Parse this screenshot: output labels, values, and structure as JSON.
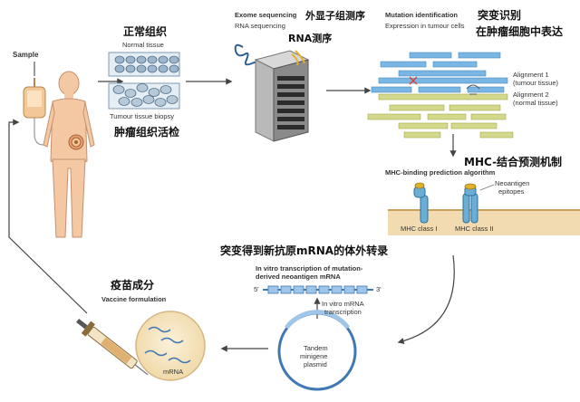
{
  "sample": {
    "label": "Sample"
  },
  "normal_tissue": {
    "title_cn": "正常组织",
    "label": "Normal tissue"
  },
  "tumour_tissue": {
    "title_cn": "肿瘤组织活检",
    "label": "Tumour tissue biopsy"
  },
  "sequencing": {
    "exome_label": "Exome sequencing",
    "exome_cn": "外显子组测序",
    "rna_label": "RNA sequencing",
    "rna_cn": "RNA测序"
  },
  "mutation": {
    "title": "Mutation identification",
    "subtitle": "Expression in tumour cells",
    "title_cn": "突变识别",
    "subtitle_cn": "在肿瘤细胞中表达",
    "alignment1": "Alignment 1",
    "alignment1_sub": "(tumour tissue)",
    "alignment2": "Alignment 2",
    "alignment2_sub": "(normal tissue)"
  },
  "mhc": {
    "title_cn": "MHC-结合预测机制",
    "title": "MHC-binding prediction algorithm",
    "neoantigen": "Neoantigen",
    "epitopes": "epitopes",
    "class1": "MHC class I",
    "class2": "MHC class II"
  },
  "ivt": {
    "title_cn": "突变得到新抗原mRNA的体外转录",
    "title_line1": "In vitro transcription of mutation-",
    "title_line2": "derived neoantigen mRNA",
    "five_prime": "5'",
    "three_prime": "3'",
    "ivt_label1": "In vitro mRNA",
    "ivt_label2": "transcription",
    "plasmid1": "Tandem",
    "plasmid2": "minigene",
    "plasmid3": "plasmid"
  },
  "vaccine": {
    "title_cn": "疫苗成分",
    "title": "Vaccine formulation",
    "mrna": "mRNA"
  },
  "colors": {
    "bar_blue": "#79b6e3",
    "bar_yellow": "#d3d88a",
    "membrane": "#f2dbb0",
    "mhc": "#6aaed6",
    "skin": "#f4c8a3",
    "arrow": "#4a4a4a"
  }
}
